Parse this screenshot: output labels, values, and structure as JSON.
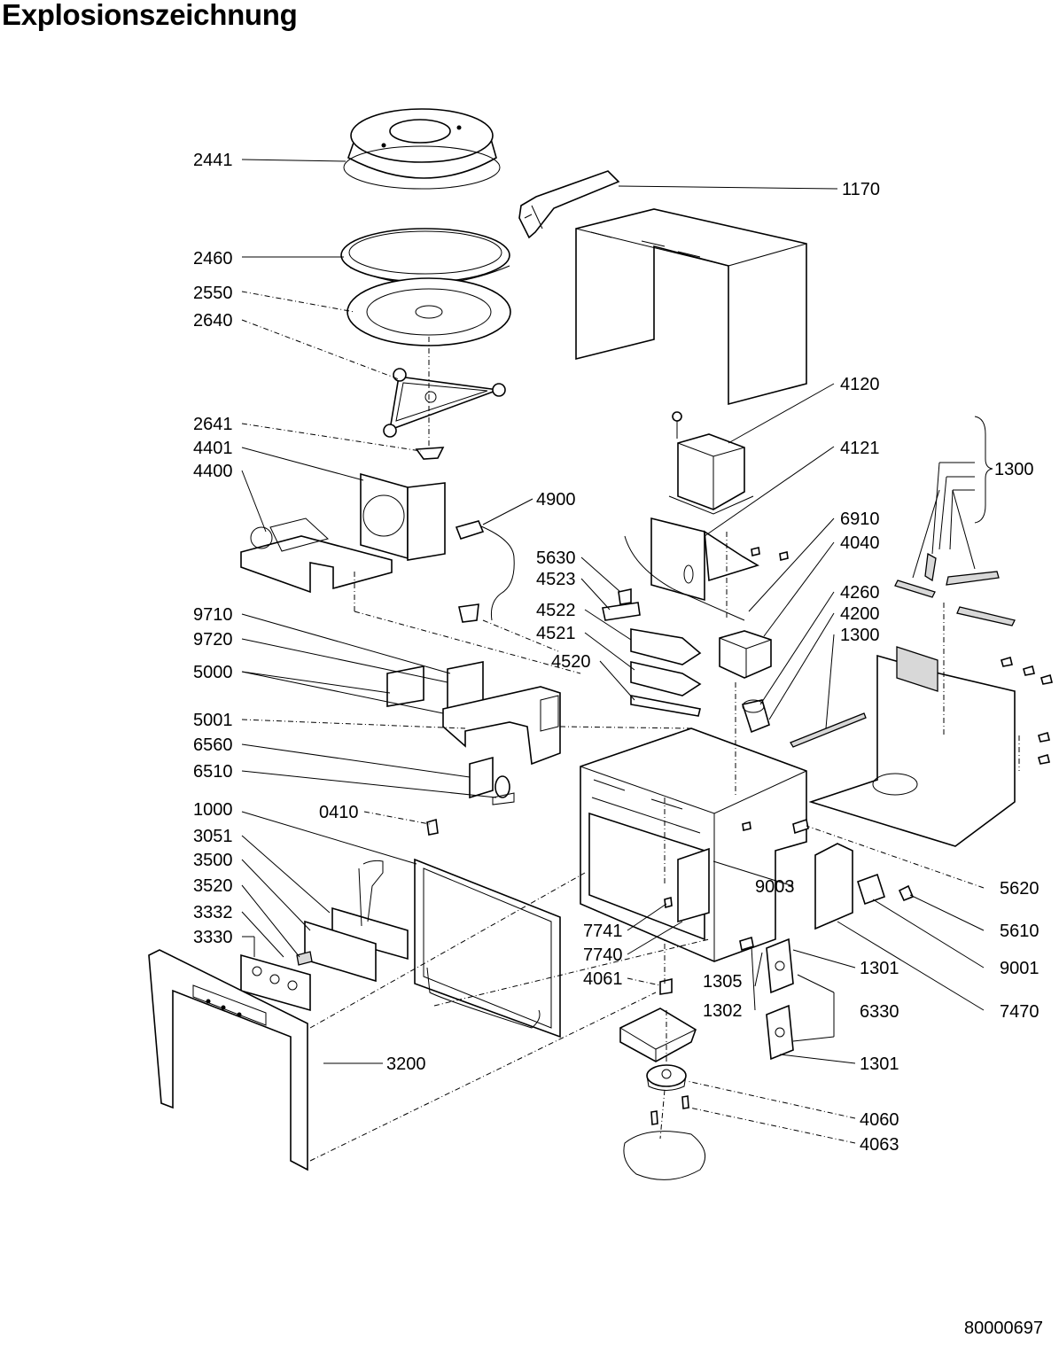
{
  "title": "Explosionszeichnung",
  "document_number": "80000697",
  "labels": [
    {
      "id": "2441",
      "text": "2441"
    },
    {
      "id": "1170",
      "text": "1170"
    },
    {
      "id": "2460",
      "text": "2460"
    },
    {
      "id": "2550",
      "text": "2550"
    },
    {
      "id": "2640",
      "text": "2640"
    },
    {
      "id": "4120",
      "text": "4120"
    },
    {
      "id": "2641",
      "text": "2641"
    },
    {
      "id": "4401",
      "text": "4401"
    },
    {
      "id": "4121",
      "text": "4121"
    },
    {
      "id": "1300a",
      "text": "1300"
    },
    {
      "id": "4400",
      "text": "4400"
    },
    {
      "id": "4900",
      "text": "4900"
    },
    {
      "id": "6910",
      "text": "6910"
    },
    {
      "id": "4040",
      "text": "4040"
    },
    {
      "id": "5630",
      "text": "5630"
    },
    {
      "id": "4523",
      "text": "4523"
    },
    {
      "id": "4260",
      "text": "4260"
    },
    {
      "id": "4522",
      "text": "4522"
    },
    {
      "id": "4200",
      "text": "4200"
    },
    {
      "id": "9710",
      "text": "9710"
    },
    {
      "id": "4521",
      "text": "4521"
    },
    {
      "id": "1300b",
      "text": "1300"
    },
    {
      "id": "9720",
      "text": "9720"
    },
    {
      "id": "4520",
      "text": "4520"
    },
    {
      "id": "5000",
      "text": "5000"
    },
    {
      "id": "5001",
      "text": "5001"
    },
    {
      "id": "6560",
      "text": "6560"
    },
    {
      "id": "6510",
      "text": "6510"
    },
    {
      "id": "1000",
      "text": "1000"
    },
    {
      "id": "0410",
      "text": "0410"
    },
    {
      "id": "3051",
      "text": "3051"
    },
    {
      "id": "3500",
      "text": "3500"
    },
    {
      "id": "9003",
      "text": "9003"
    },
    {
      "id": "5620",
      "text": "5620"
    },
    {
      "id": "3520",
      "text": "3520"
    },
    {
      "id": "3332",
      "text": "3332"
    },
    {
      "id": "7741",
      "text": "7741"
    },
    {
      "id": "5610",
      "text": "5610"
    },
    {
      "id": "3330",
      "text": "3330"
    },
    {
      "id": "7740",
      "text": "7740"
    },
    {
      "id": "1301a",
      "text": "1301"
    },
    {
      "id": "9001",
      "text": "9001"
    },
    {
      "id": "4061",
      "text": "4061"
    },
    {
      "id": "1305",
      "text": "1305"
    },
    {
      "id": "1302",
      "text": "1302"
    },
    {
      "id": "6330",
      "text": "6330"
    },
    {
      "id": "7470",
      "text": "7470"
    },
    {
      "id": "1301b",
      "text": "1301"
    },
    {
      "id": "3200",
      "text": "3200"
    },
    {
      "id": "4060",
      "text": "4060"
    },
    {
      "id": "4063",
      "text": "4063"
    }
  ]
}
